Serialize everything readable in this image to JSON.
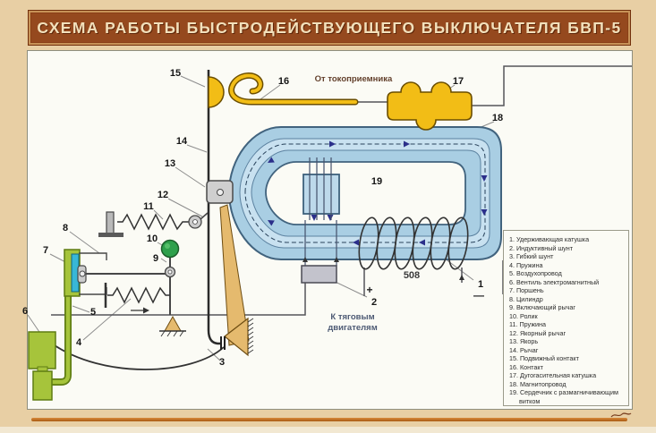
{
  "title": "СХЕМА РАБОТЫ БЫСТРОДЕЙСТВУЮЩЕГО ВЫКЛЮЧАТЕЛЯ БВП-5",
  "annotations": {
    "from_pantograph": "От токоприемника",
    "to_motors_line1": "К тяговым",
    "to_motors_line2": "двигателям",
    "coil_turns": "508",
    "plus": "+",
    "minus": "—"
  },
  "callouts": {
    "c1": "1",
    "c2": "2",
    "c3": "3",
    "c4": "4",
    "c5": "5",
    "c6": "6",
    "c7": "7",
    "c8": "8",
    "c9": "9",
    "c10": "10",
    "c11": "11",
    "c12": "12",
    "c13": "13",
    "c14": "14",
    "c15": "15",
    "c16": "16",
    "c17": "17",
    "c18": "18",
    "c19": "19"
  },
  "legend": {
    "items": [
      "1. Удерживающая катушка",
      "2. Индуктивный шунт",
      "3. Гибкий шунт",
      "4. Пружина",
      "5. Воздухопровод",
      "6. Вентиль электромагнитный",
      "7. Поршень",
      "8. Цилиндр",
      "9. Включающий рычаг",
      "10. Ролик",
      "11. Пружина",
      "12. Якорный рычаг",
      "13. Якорь",
      "14. Рычаг",
      "15. Подвижный контакт",
      "16. Контакт",
      "17. Дугогасительная катушка",
      "18. Магнитопровод",
      "19. Сердечник с размагничивающим витком"
    ]
  },
  "colors": {
    "frame_tan": "#e8cfa4",
    "title_brown": "#95491e",
    "magnet_blue": "#a9cee3",
    "contact_yellow": "#f2bd16",
    "valve_green": "#a6c43b",
    "roller_green": "#2ea04b",
    "flux_arrow": "#2b2f8a"
  }
}
